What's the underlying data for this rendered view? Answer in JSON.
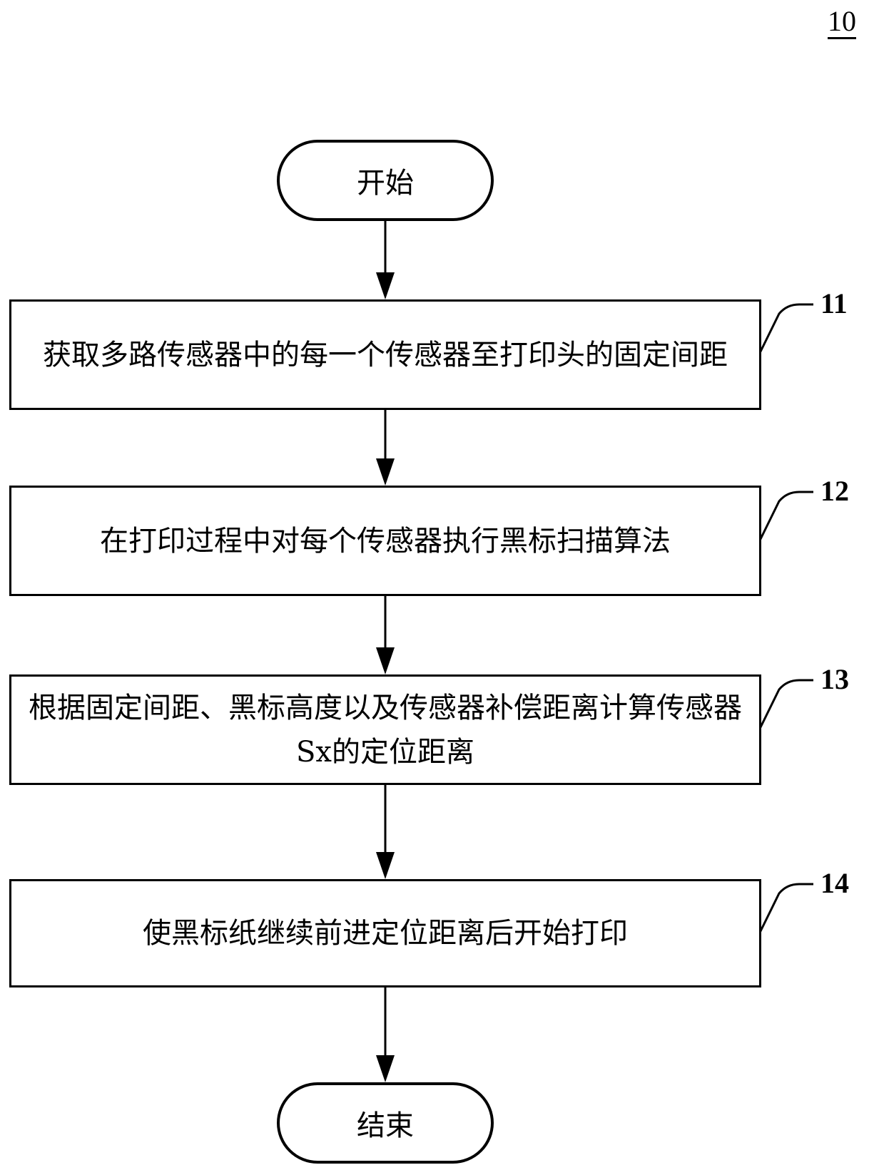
{
  "figure_number": "10",
  "start_label": "开始",
  "end_label": "结束",
  "steps": [
    {
      "ref": "11",
      "text": "获取多路传感器中的每一个传感器至打印头的固定间距"
    },
    {
      "ref": "12",
      "text": "在打印过程中对每个传感器执行黑标扫描算法"
    },
    {
      "ref": "13",
      "text": "根据固定间距、黑标高度以及传感器补偿距离计算传感器Sx的定位距离"
    },
    {
      "ref": "14",
      "text": "使黑标纸继续前进定位距离后开始打印"
    }
  ]
}
